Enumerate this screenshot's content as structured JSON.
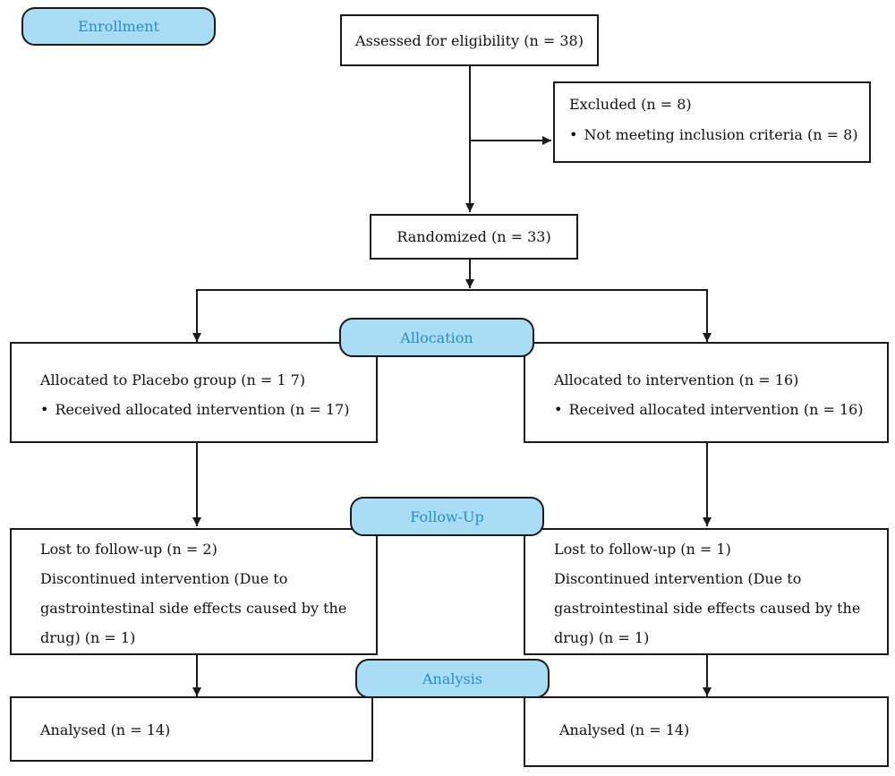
{
  "phases": {
    "enrollment": "Enrollment",
    "allocation": "Allocation",
    "follow_up": "Follow-Up",
    "analysis": "Analysis"
  },
  "assessed": "Assessed for eligibility (n = 38)",
  "excluded": {
    "title": "Excluded (n = 8)",
    "reason": "Not meeting inclusion criteria (n = 8)"
  },
  "randomized": "Randomized (n = 33)",
  "left_arm": {
    "allocated": "Allocated to Placebo group (n = 1 7)",
    "received": "Received allocated intervention (n = 17)",
    "lost": "Lost to follow-up (n = 2)",
    "discontinued": [
      "Discontinued intervention (Due to",
      "gastrointestinal side effects caused by the",
      "drug) (n = 1)"
    ],
    "analysed": "Analysed (n = 14)"
  },
  "right_arm": {
    "allocated": "Allocated to intervention (n = 16)",
    "received": "Received allocated intervention (n = 16)",
    "lost": "Lost to follow-up (n = 1)",
    "discontinued": [
      "Discontinued intervention (Due to",
      "gastrointestinal side effects caused by the",
      "drug) (n = 1)"
    ],
    "analysed": "Analysed (n = 14)"
  }
}
